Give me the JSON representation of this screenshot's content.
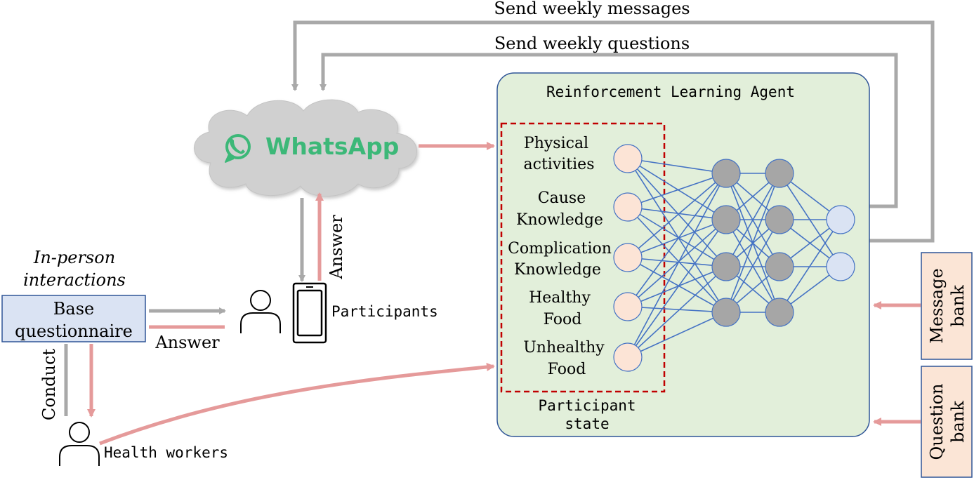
{
  "colors": {
    "gray_arrow": "#a9a9a9",
    "red_arrow": "#e59a9a",
    "agent_fill": "#e2efda",
    "agent_border": "#2f5597",
    "dashed_box": "#c00000",
    "questionnaire_fill": "#dae3f3",
    "bank_fill": "#fbe5d6",
    "input_node": "#fce4d6",
    "hidden_node": "#a6a6a6",
    "output_node": "#dae3f3",
    "nn_edge": "#4472c4",
    "whatsapp_green": "#3cb878",
    "cloud_fill": "#d0d0d0"
  },
  "labels": {
    "send_messages": "Send weekly messages",
    "send_questions": "Send weekly questions",
    "agent_title": "Reinforcement Learning Agent",
    "whatsapp": "WhatsApp",
    "answer_vertical": "Answer",
    "in_person_line1": "In-person",
    "in_person_line2": "interactions",
    "questionnaire_line1": "Base",
    "questionnaire_line2": "questionnaire",
    "answer_horizontal": "Answer",
    "conduct": "Conduct",
    "participants": "Participants",
    "health_workers": "Health workers",
    "state_line1": "Participant",
    "state_line2": "state",
    "message_bank_line1": "Message",
    "message_bank_line2": "bank",
    "question_bank_line1": "Question",
    "question_bank_line2": "bank"
  },
  "state_features": [
    {
      "line1": "Physical",
      "line2": "activities"
    },
    {
      "line1": "Cause",
      "line2": "Knowledge"
    },
    {
      "line1": "Complication",
      "line2": "Knowledge"
    },
    {
      "line1": "Healthy",
      "line2": "Food"
    },
    {
      "line1": "Unhealthy",
      "line2": "Food"
    }
  ],
  "network": {
    "layers": [
      5,
      4,
      4,
      2
    ]
  },
  "icons": {
    "whatsapp_logo": "whatsapp-logo-icon",
    "person": "person-icon",
    "phone": "smartphone-icon",
    "cloud": "cloud-icon"
  }
}
